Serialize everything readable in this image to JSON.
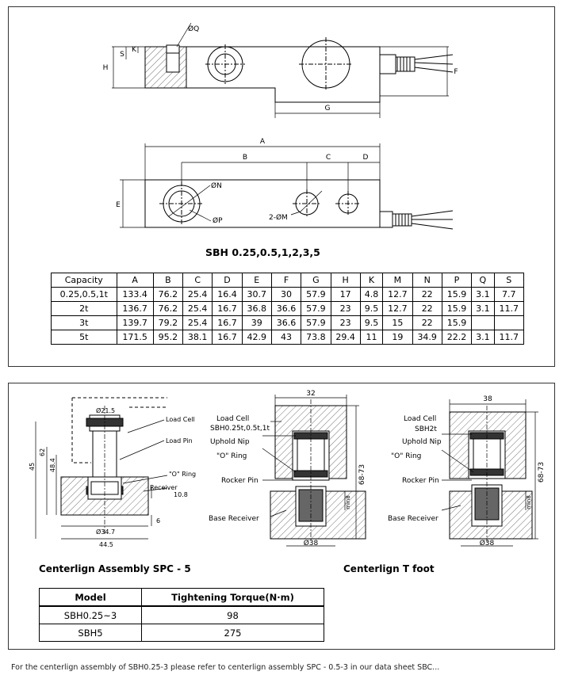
{
  "top_drawing": {
    "dims": {
      "H": "H",
      "S": "S",
      "K": "K",
      "Q": "ØQ",
      "F": "F",
      "G": "G",
      "A": "A",
      "B": "B",
      "C": "C",
      "D": "D",
      "E": "E",
      "N": "ØN",
      "P": "ØP",
      "M": "2-ØM"
    },
    "caption": "SBH 0.25,0.5,1,2,3,5"
  },
  "spec_table": {
    "headers": [
      "Capacity",
      "A",
      "B",
      "C",
      "D",
      "E",
      "F",
      "G",
      "H",
      "K",
      "M",
      "N",
      "P",
      "Q",
      "S"
    ],
    "rows": [
      [
        "0.25,0.5,1t",
        "133.4",
        "76.2",
        "25.4",
        "16.4",
        "30.7",
        "30",
        "57.9",
        "17",
        "4.8",
        "12.7",
        "22",
        "15.9",
        "3.1",
        "7.7"
      ],
      [
        "2t",
        "136.7",
        "76.2",
        "25.4",
        "16.7",
        "36.8",
        "36.6",
        "57.9",
        "23",
        "9.5",
        "12.7",
        "22",
        "15.9",
        "3.1",
        "11.7"
      ],
      [
        "3t",
        "139.7",
        "79.2",
        "25.4",
        "16.7",
        "39",
        "36.6",
        "57.9",
        "23",
        "9.5",
        "15",
        "22",
        "15.9",
        "",
        ""
      ],
      [
        "5t",
        "171.5",
        "95.2",
        "38.1",
        "16.7",
        "42.9",
        "43",
        "73.8",
        "29.4",
        "11",
        "19",
        "34.9",
        "22.2",
        "3.1",
        "11.7"
      ]
    ]
  },
  "spc5": {
    "labels": {
      "load_cell": "Load Cell",
      "load_pin": "Load Pin",
      "o_ring": "\"O\" Ring",
      "receiver": "Receiver"
    },
    "dims": {
      "d1": "Ø21.5",
      "d2": "62",
      "d3": "48.4",
      "d4": "45",
      "d5": "10.8",
      "d6": "6",
      "d7": "Ø34.7",
      "d8": "44.5"
    },
    "caption": "Centerlign Assembly SPC - 5"
  },
  "mid_asm": {
    "labels": {
      "load_cell": "Load Cell",
      "models": "SBH0.25t,0.5t,1t",
      "uphold": "Uphold Nip",
      "o_ring": "\"O\" Ring",
      "rocker": "Rocker Pin",
      "base": "Base Receiver"
    },
    "dims": {
      "w": "32",
      "h": "68-73",
      "min": "min8",
      "d": "Ø38"
    }
  },
  "tfoot": {
    "labels": {
      "load_cell": "Load Cell",
      "models": "SBH2t",
      "uphold": "Uphold Nip",
      "o_ring": "\"O\" Ring",
      "rocker": "Rocker Pin",
      "base": "Base Receiver"
    },
    "dims": {
      "w": "38",
      "h": "68-73",
      "min": "min8",
      "d": "Ø38"
    },
    "caption": "Centerlign T foot"
  },
  "torque_table": {
    "headers": [
      "Model",
      "Tightening Torque(N·m)"
    ],
    "rows": [
      [
        "SBH0.25~3",
        "98"
      ],
      [
        "SBH5",
        "275"
      ]
    ]
  },
  "footnote": "For the centerlign assembly of SBH0.25-3 please refer to centerlign assembly SPC - 0.5-3 in our data sheet SBC..."
}
